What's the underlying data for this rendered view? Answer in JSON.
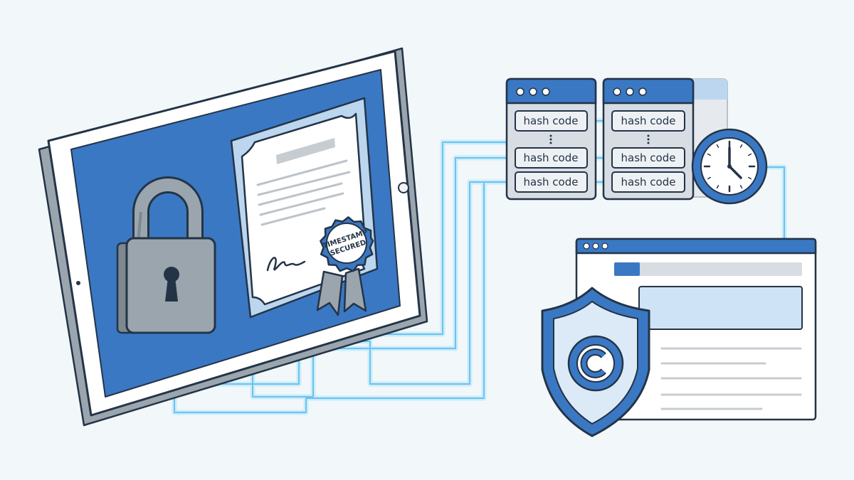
{
  "seal": {
    "line1": "TIMESTAMP",
    "line2": "SECURED"
  },
  "hash_panels": [
    {
      "rows": [
        "hash code",
        "hash code",
        "hash code"
      ]
    },
    {
      "rows": [
        "hash code",
        "hash code",
        "hash code"
      ]
    }
  ],
  "icons": [
    "padlock-icon",
    "certificate-icon",
    "seal-icon",
    "clock-icon",
    "shield-icon",
    "copyright-icon"
  ],
  "colors": {
    "primary": "#3a78c4",
    "outline": "#243447",
    "glow": "#8fd3f4",
    "panel": "#d7dde3",
    "background": "#f2f7fa"
  }
}
